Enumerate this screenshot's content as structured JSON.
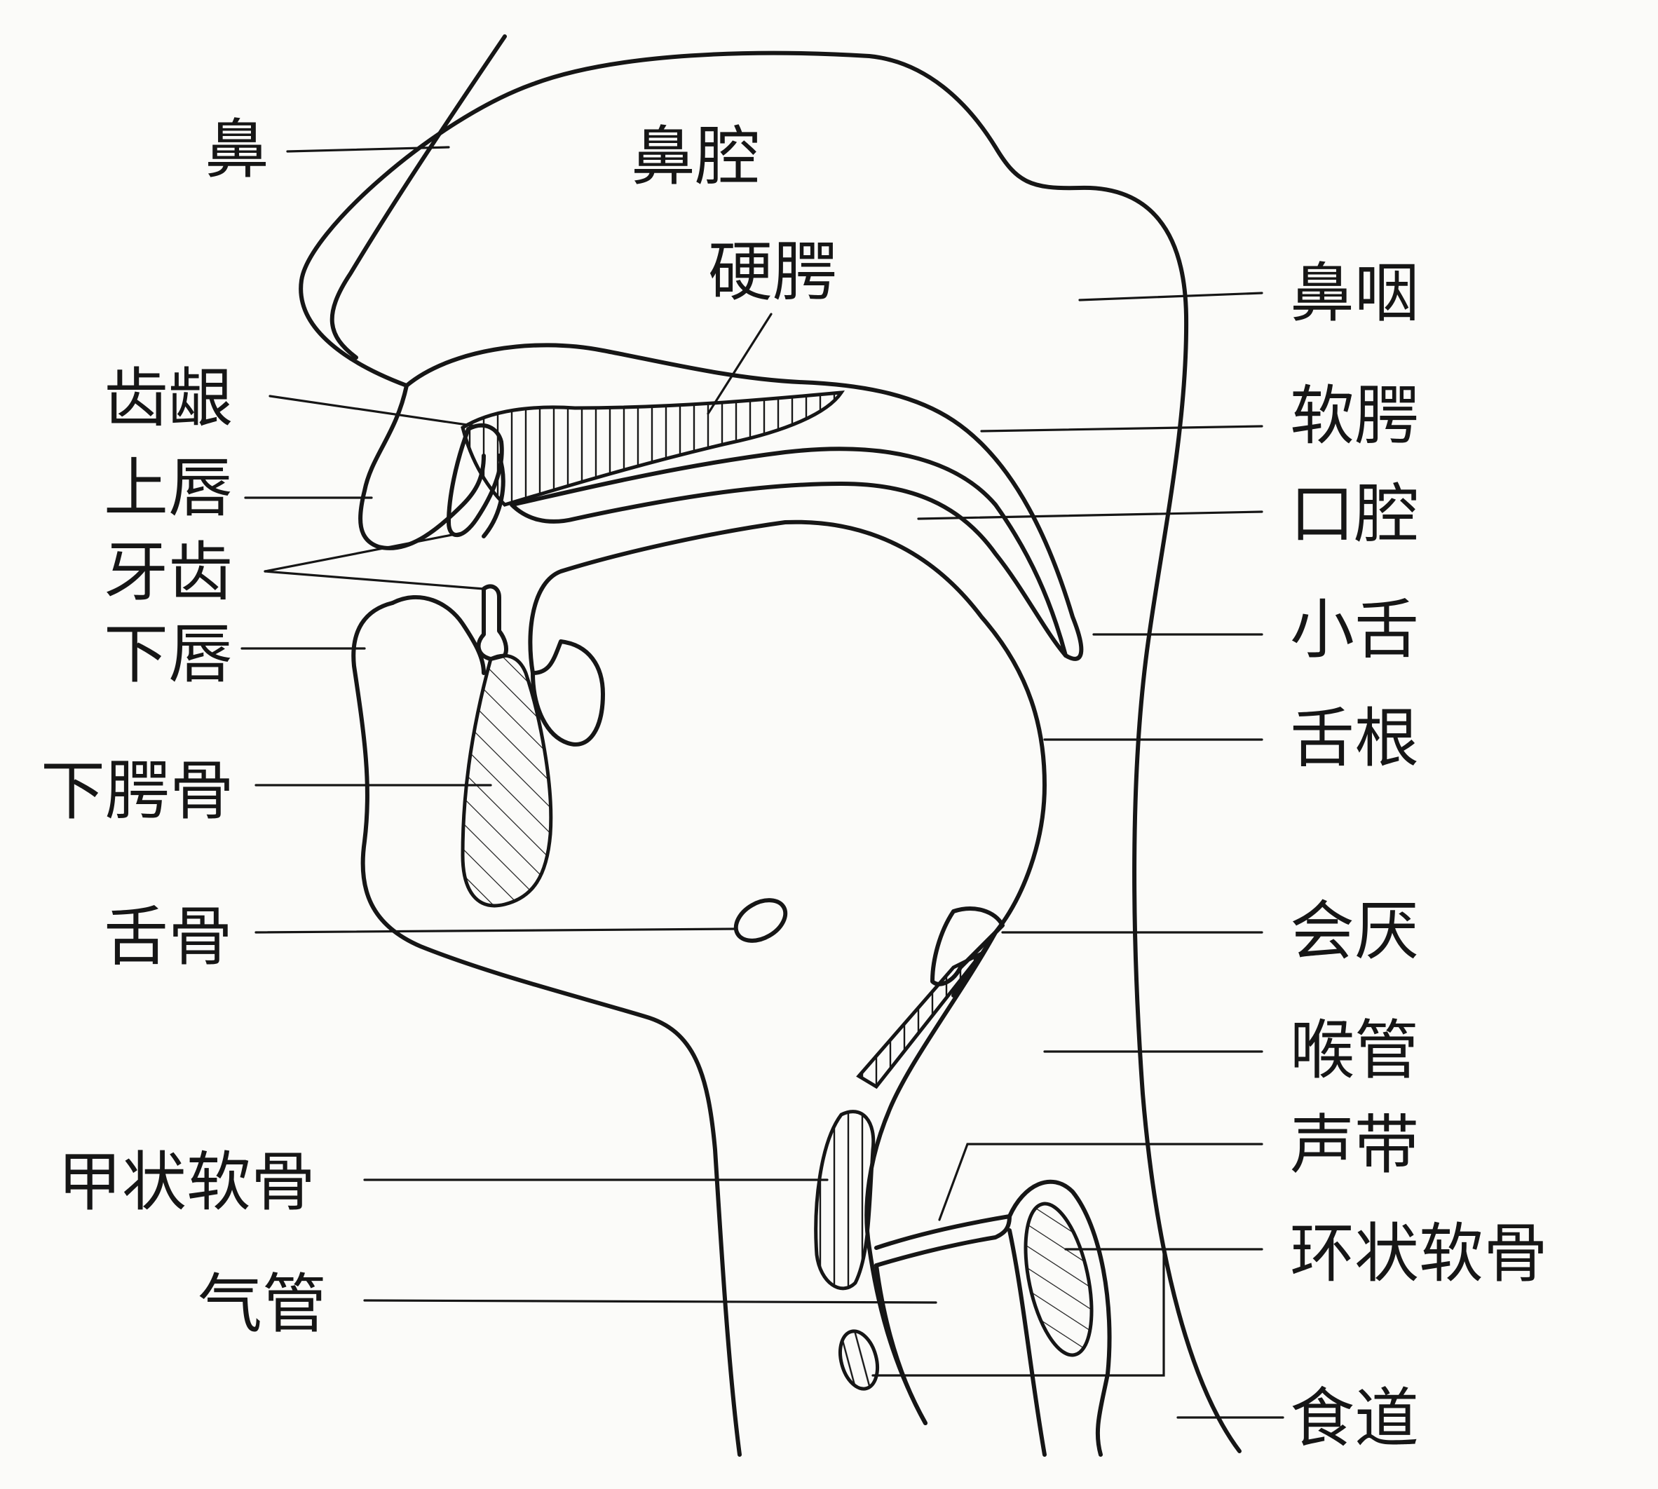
{
  "labels": {
    "nose": "鼻",
    "nasal_cavity": "鼻腔",
    "hard_palate": "硬腭",
    "gum": "齿龈",
    "upper_lip": "上唇",
    "teeth": "牙齿",
    "lower_lip": "下唇",
    "mandible": "下腭骨",
    "hyoid": "舌骨",
    "thyroid_cartilage": "甲状软骨",
    "trachea": "气管",
    "nasopharynx": "鼻咽",
    "soft_palate": "软腭",
    "oral_cavity": "口腔",
    "uvula": "小舌",
    "tongue_root": "舌根",
    "epiglottis": "会厌",
    "larynx": "喉管",
    "vocal_cords": "声带",
    "cricoid_cartilage": "环状软骨",
    "esophagus": "食道"
  }
}
